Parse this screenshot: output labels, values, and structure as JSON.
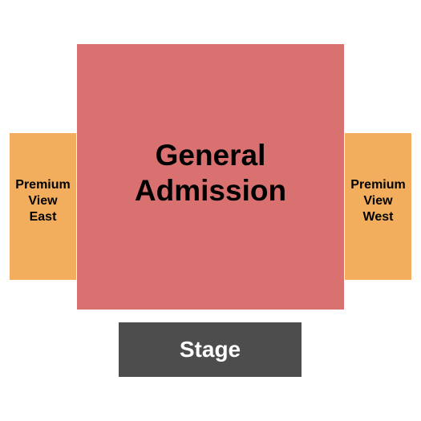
{
  "venue_map": {
    "sections": {
      "general_admission": {
        "label": "General\nAdmission",
        "color": "#d87170",
        "text_color": "#000000"
      },
      "premium_view_east": {
        "label": "Premium\nView\nEast",
        "color": "#f2ae5c",
        "text_color": "#000000"
      },
      "premium_view_west": {
        "label": "Premium\nView\nWest",
        "color": "#f2ae5c",
        "text_color": "#000000"
      }
    },
    "stage": {
      "label": "Stage",
      "color": "#4d4d4d",
      "text_color": "#ffffff"
    }
  }
}
